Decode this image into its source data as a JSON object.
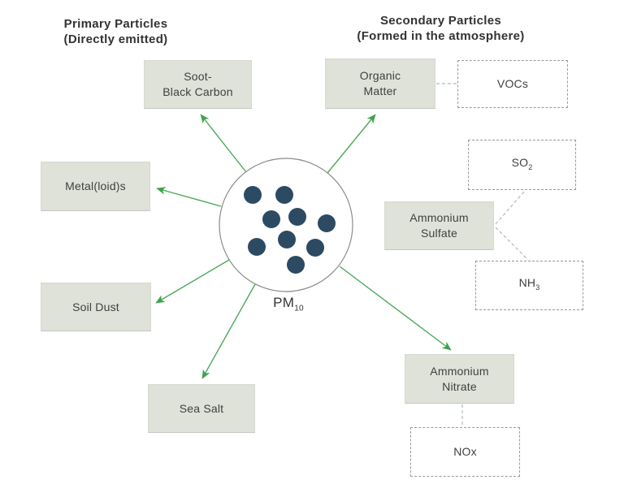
{
  "titles": {
    "primary_line1": "Primary Particles",
    "primary_line2": "(Directly emitted)",
    "secondary_line1": "Secondary Particles",
    "secondary_line2": "(Formed in the atmosphere)"
  },
  "center": {
    "base": "PM",
    "sub": "10",
    "particle_dot_count": 9
  },
  "primary_nodes": {
    "soot": "Soot-\nBlack Carbon",
    "metalloids": "Metal(loid)s",
    "soil_dust": "Soil Dust",
    "sea_salt": "Sea Salt"
  },
  "secondary_nodes": {
    "organic_matter": "Organic\nMatter",
    "ammonium_sulfate": "Ammonium\nSulfate",
    "ammonium_nitrate": "Ammonium\nNitrate"
  },
  "precursor_nodes": {
    "vocs": "VOCs",
    "so2_base": "SO",
    "so2_sub": "2",
    "nh3_base": "NH",
    "nh3_sub": "3",
    "nox": "NOx"
  },
  "colors": {
    "box_fill": "#dfe2d9",
    "dashed_box_border": "#999999",
    "arrow_green": "#4ea85a",
    "particle_dot_navy": "#2d4a63",
    "circle_outline_gray": "#8c8c8c",
    "dashed_connector_green_gray": "#aabfab",
    "text_dark": "#3c3c3c"
  }
}
